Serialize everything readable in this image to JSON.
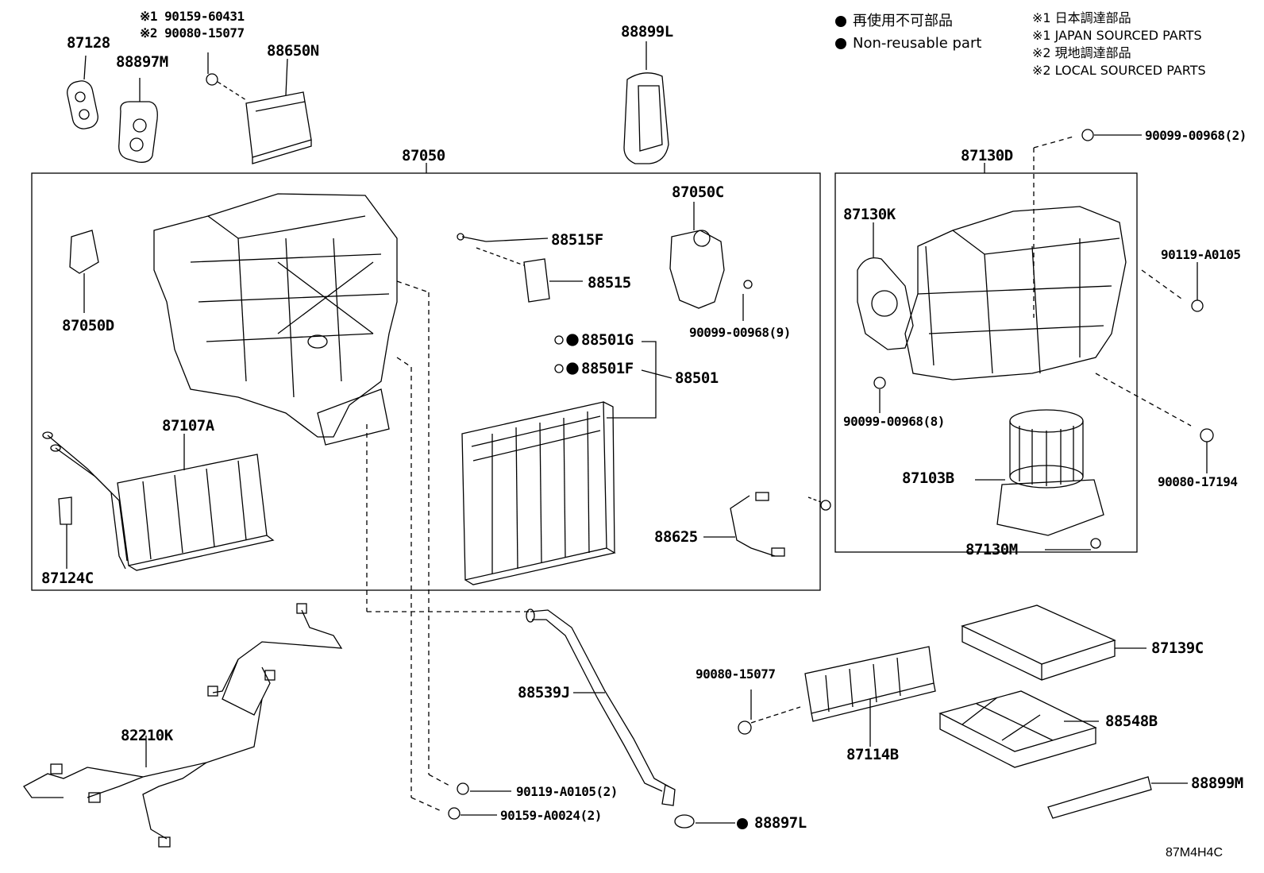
{
  "legend": {
    "non_reusable_jp": "再使用不可部品",
    "non_reusable_en": "Non-reusable part",
    "note1_jp": "※1 日本調達部品",
    "note1_en": "※1 JAPAN SOURCED PARTS",
    "note2_jp": "※2 現地調達部品",
    "note2_en": "※2 LOCAL SOURCED PARTS"
  },
  "diagram_code": "87M4H4C",
  "parts": {
    "p87128": "87128",
    "p88897M": "88897M",
    "bolt_note1": "※1 90159-60431",
    "bolt_note2": "※2 90080-15077",
    "p88650N": "88650N",
    "p88899L": "88899L",
    "p87050": "87050",
    "p87050D": "87050D",
    "p88515F": "88515F",
    "p88515": "88515",
    "p87050C": "87050C",
    "p90099_9": "90099-00968(9)",
    "p88501G": "88501G",
    "p88501F": "88501F",
    "p88501": "88501",
    "p87107A": "87107A",
    "p87124C": "87124C",
    "p88625": "88625",
    "p87130D": "87130D",
    "p90099_2": "90099-00968(2)",
    "p87130K": "87130K",
    "p90119_A0105": "90119-A0105",
    "p90099_8": "90099-00968(8)",
    "p90080_17194": "90080-17194",
    "p87103B": "87103B",
    "p87130M": "87130M",
    "p87139C": "87139C",
    "p90080_15077": "90080-15077",
    "p87114B": "87114B",
    "p88548B": "88548B",
    "p88899M": "88899M",
    "p82210K": "82210K",
    "p88539J": "88539J",
    "p90119_A0105_2": "90119-A0105(2)",
    "p90159_A0024_2": "90159-A0024(2)",
    "p88897L": "88897L"
  }
}
